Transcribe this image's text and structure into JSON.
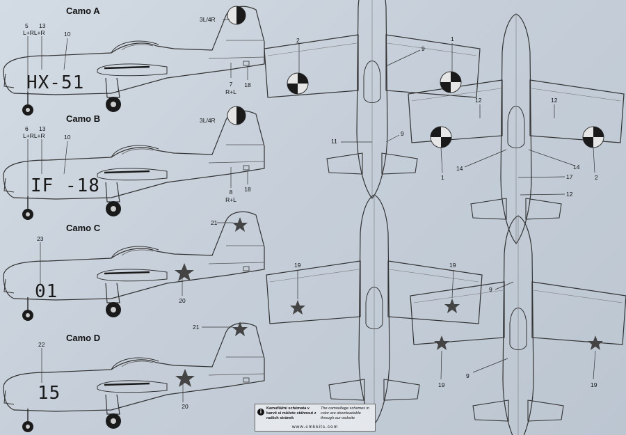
{
  "camo": [
    {
      "title": "Camo A",
      "code": "HX-51",
      "n_fin": "3L/4R",
      "n_a": "5",
      "n_b": "13",
      "n_c": "L+RL+R",
      "n_d": "10",
      "n_e": "7",
      "n_f": "R+L",
      "n_g": "18"
    },
    {
      "title": "Camo B",
      "code": "IF -18",
      "n_fin": "3L/4R",
      "n_a": "6",
      "n_b": "13",
      "n_c": "L+RL+R",
      "n_d": "10",
      "n_e": "8",
      "n_f": "R+L",
      "n_g": "18"
    },
    {
      "title": "Camo C",
      "code": "01",
      "n_star1": "21",
      "n_star2": "20",
      "n_top": "23"
    },
    {
      "title": "Camo D",
      "code": "15",
      "n_star1": "21",
      "n_star2": "20",
      "n_top": "22"
    }
  ],
  "plan_labels": {
    "tl_1": "2",
    "tl_2": "9",
    "tl_3": "1",
    "tl_4": "9",
    "tl_5": "11",
    "tr_1": "12",
    "tr_2": "12",
    "tr_3": "14",
    "tr_4": "14",
    "tr_5": "1",
    "tr_6": "2",
    "tr_7": "17",
    "tr_8": "12",
    "bl_1": "19",
    "bl_2": "19",
    "br_1": "9",
    "br_2": "19",
    "br_3": "19",
    "br_4": "9"
  },
  "note": {
    "icon": "i",
    "cz": "Kamuflážní schémata v barvě si můžete stáhnout z našich stránek",
    "en": "The camouflage schemes in color are downloadable through our website",
    "url": "www.cmkkits.com"
  },
  "colors": {
    "paper": "#c9d2dc",
    "line": "#333333",
    "roundel_dark": "#1a1a1a",
    "star": "#444444"
  }
}
